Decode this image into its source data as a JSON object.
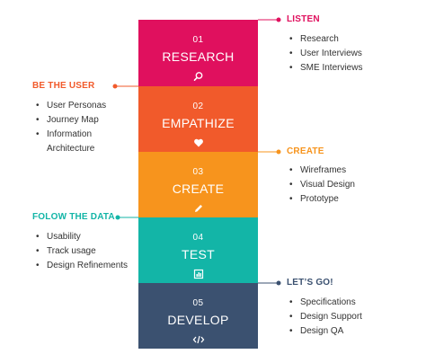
{
  "colors": {
    "research": "#e0105e",
    "empathize": "#f15a2b",
    "create": "#f7941d",
    "test": "#13b5a7",
    "develop": "#3b5170",
    "text": "#333333"
  },
  "stages": [
    {
      "num": "01",
      "title": "RESEARCH",
      "icon": "search-icon"
    },
    {
      "num": "02",
      "title": "EMPATHIZE",
      "icon": "heart-icon"
    },
    {
      "num": "03",
      "title": "CREATE",
      "icon": "pencil-icon"
    },
    {
      "num": "04",
      "title": "TEST",
      "icon": "chart-icon"
    },
    {
      "num": "05",
      "title": "DEVELOP",
      "icon": "code-icon"
    }
  ],
  "annotations": {
    "listen": {
      "label": "LISTEN",
      "items": [
        "Research",
        "User Interviews",
        "SME Interviews"
      ]
    },
    "be_the_user": {
      "label": "BE THE USER",
      "items": [
        "User Personas",
        "Journey Map",
        "Information",
        "Architecture"
      ]
    },
    "create": {
      "label": "CREATE",
      "items": [
        "Wireframes",
        "Visual Design",
        "Prototype"
      ]
    },
    "follow_the_data": {
      "label": "FOLOW THE DATA",
      "items": [
        "Usability",
        "Track usage",
        "Design Refinements"
      ]
    },
    "lets_go": {
      "label": "LET’S GO!",
      "items": [
        "Specifications",
        "Design Support",
        "Design QA"
      ]
    }
  }
}
